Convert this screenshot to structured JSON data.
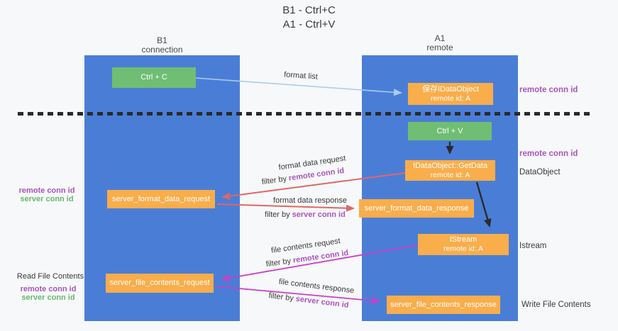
{
  "title": {
    "line1": "B1 - Ctrl+C",
    "line2": "A1 - Ctrl+V"
  },
  "lanes": {
    "left": {
      "name": "B1",
      "role": "connection"
    },
    "right": {
      "name": "A1",
      "role": "remote"
    }
  },
  "nodes": {
    "ctrl_c": "Ctrl + C",
    "ctrl_v": "Ctrl + V",
    "save_dataobject": {
      "title": "保存IDataObject",
      "subtitle": "remote id: A"
    },
    "getdata": {
      "title": "IDataObject::GetData",
      "subtitle": "remote id: A"
    },
    "istream": {
      "title": "IStream",
      "subtitle": "remote id: A"
    },
    "format_request": "server_format_data_request",
    "format_response": "server_format_data_response",
    "file_request": "server_file_contents_request",
    "file_response": "server_file_contents_response"
  },
  "labels": {
    "format_list": "format list",
    "format_data_request": "format data request",
    "format_data_response": "format data response",
    "file_contents_request": "file contents request",
    "file_contents_response": "file contents response",
    "filter_by": "filter by",
    "remote_conn_id": "remote conn id",
    "server_conn_id": "server conn id",
    "dataobject": "DataObject",
    "istream": "Istream",
    "read_file_contents": "Read File Contents",
    "write_file_contents": "Write File Contents"
  },
  "colors": {
    "lane_blue": "#4a7ed6",
    "node_orange": "#f9ad4b",
    "node_green": "#6fbe73",
    "arrow_red": "#e06666",
    "arrow_magenta": "#c93ec9",
    "arrow_light_blue": "#a9cdec",
    "arrow_black": "#2b2b2b",
    "conn_id_purple": "#a855bd",
    "conn_id_green": "#63bb6e"
  }
}
